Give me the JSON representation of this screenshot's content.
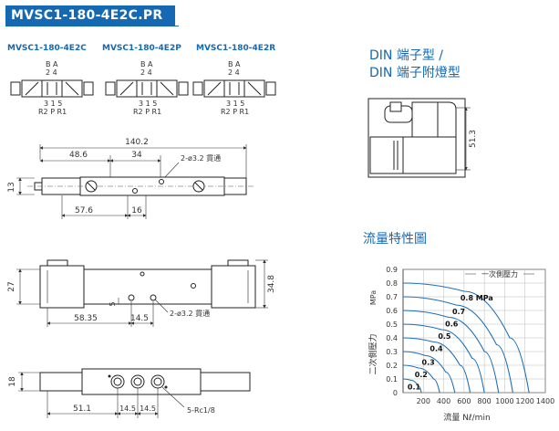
{
  "header": {
    "title": "MVSC1-180-4E2C.PR"
  },
  "variants": [
    {
      "label": "MVSC1-180-4E2C",
      "ports_top": "B A",
      "nums_top": "2 4",
      "nums_bottom": "3 1 5",
      "ports_bottom": "R2 P R1"
    },
    {
      "label": "MVSC1-180-4E2P",
      "ports_top": "B A",
      "nums_top": "2 4",
      "nums_bottom": "3 1 5",
      "ports_bottom": "R2 P R1"
    },
    {
      "label": "MVSC1-180-4E2R",
      "ports_top": "B A",
      "nums_top": "2 4",
      "nums_bottom": "3 1 5",
      "ports_bottom": "R2 P R1"
    }
  ],
  "din": {
    "title_line1": "DIN 端子型 /",
    "title_line2": "DIN 端子附燈型",
    "dim_height": "51.3"
  },
  "top_view": {
    "dim_overall": "140.2",
    "dim_left": "48.6",
    "dim_mid": "34",
    "hole_note": "2-ø3.2 貫通",
    "dim_height": "13",
    "dim_bottom_left": "57.6",
    "dim_bottom_mid": "16"
  },
  "front_view": {
    "dim_height_left": "27",
    "dim_height_right": "34.8",
    "dim_small": "5",
    "dim_bottom_left": "58.35",
    "dim_bottom_mid": "14.5",
    "hole_note": "2-ø3.2 貫通"
  },
  "bottom_view": {
    "dim_height": "18",
    "dim_left": "51.1",
    "dim_a": "14.5",
    "dim_b": "14.5",
    "port_note": "5-Rc1/8"
  },
  "flow_chart": {
    "title": "流量特性圖",
    "chart_data": {
      "type": "line",
      "xlabel": "流量  Nℓ/min",
      "ylabel": "二次側壓力",
      "y_unit": "MPa",
      "legend_title": "一次側壓力",
      "x_ticks": [
        "200",
        "400",
        "600",
        "800",
        "1000",
        "1200",
        "1400"
      ],
      "y_ticks": [
        "0",
        "0.1",
        "0.2",
        "0.3",
        "0.4",
        "0.5",
        "0.6",
        "0.7",
        "0.8",
        "0.9"
      ],
      "xlim": [
        0,
        1400
      ],
      "ylim": [
        0,
        0.9
      ],
      "series": [
        {
          "name": "0.1",
          "values": [
            [
              0,
              0.1
            ],
            [
              80,
              0.09
            ],
            [
              150,
              0.05
            ],
            [
              180,
              0
            ]
          ]
        },
        {
          "name": "0.2",
          "values": [
            [
              0,
              0.2
            ],
            [
              150,
              0.18
            ],
            [
              300,
              0.1
            ],
            [
              360,
              0
            ]
          ]
        },
        {
          "name": "0.3",
          "values": [
            [
              0,
              0.3
            ],
            [
              220,
              0.27
            ],
            [
              420,
              0.15
            ],
            [
              510,
              0
            ]
          ]
        },
        {
          "name": "0.4",
          "values": [
            [
              0,
              0.4
            ],
            [
              300,
              0.37
            ],
            [
              560,
              0.2
            ],
            [
              660,
              0
            ]
          ]
        },
        {
          "name": "0.5",
          "values": [
            [
              0,
              0.5
            ],
            [
              380,
              0.46
            ],
            [
              680,
              0.25
            ],
            [
              800,
              0
            ]
          ]
        },
        {
          "name": "0.6",
          "values": [
            [
              0,
              0.6
            ],
            [
              450,
              0.55
            ],
            [
              800,
              0.3
            ],
            [
              940,
              0
            ]
          ]
        },
        {
          "name": "0.7",
          "values": [
            [
              0,
              0.7
            ],
            [
              520,
              0.64
            ],
            [
              920,
              0.35
            ],
            [
              1080,
              0
            ]
          ]
        },
        {
          "name": "0.8 MPa",
          "values": [
            [
              0,
              0.8
            ],
            [
              600,
              0.74
            ],
            [
              1050,
              0.4
            ],
            [
              1240,
              0
            ]
          ]
        }
      ]
    }
  },
  "colors": {
    "brand": "#1569b3",
    "drawing": "#222222",
    "dim": "#333333",
    "curve": "#1a6fb8"
  }
}
